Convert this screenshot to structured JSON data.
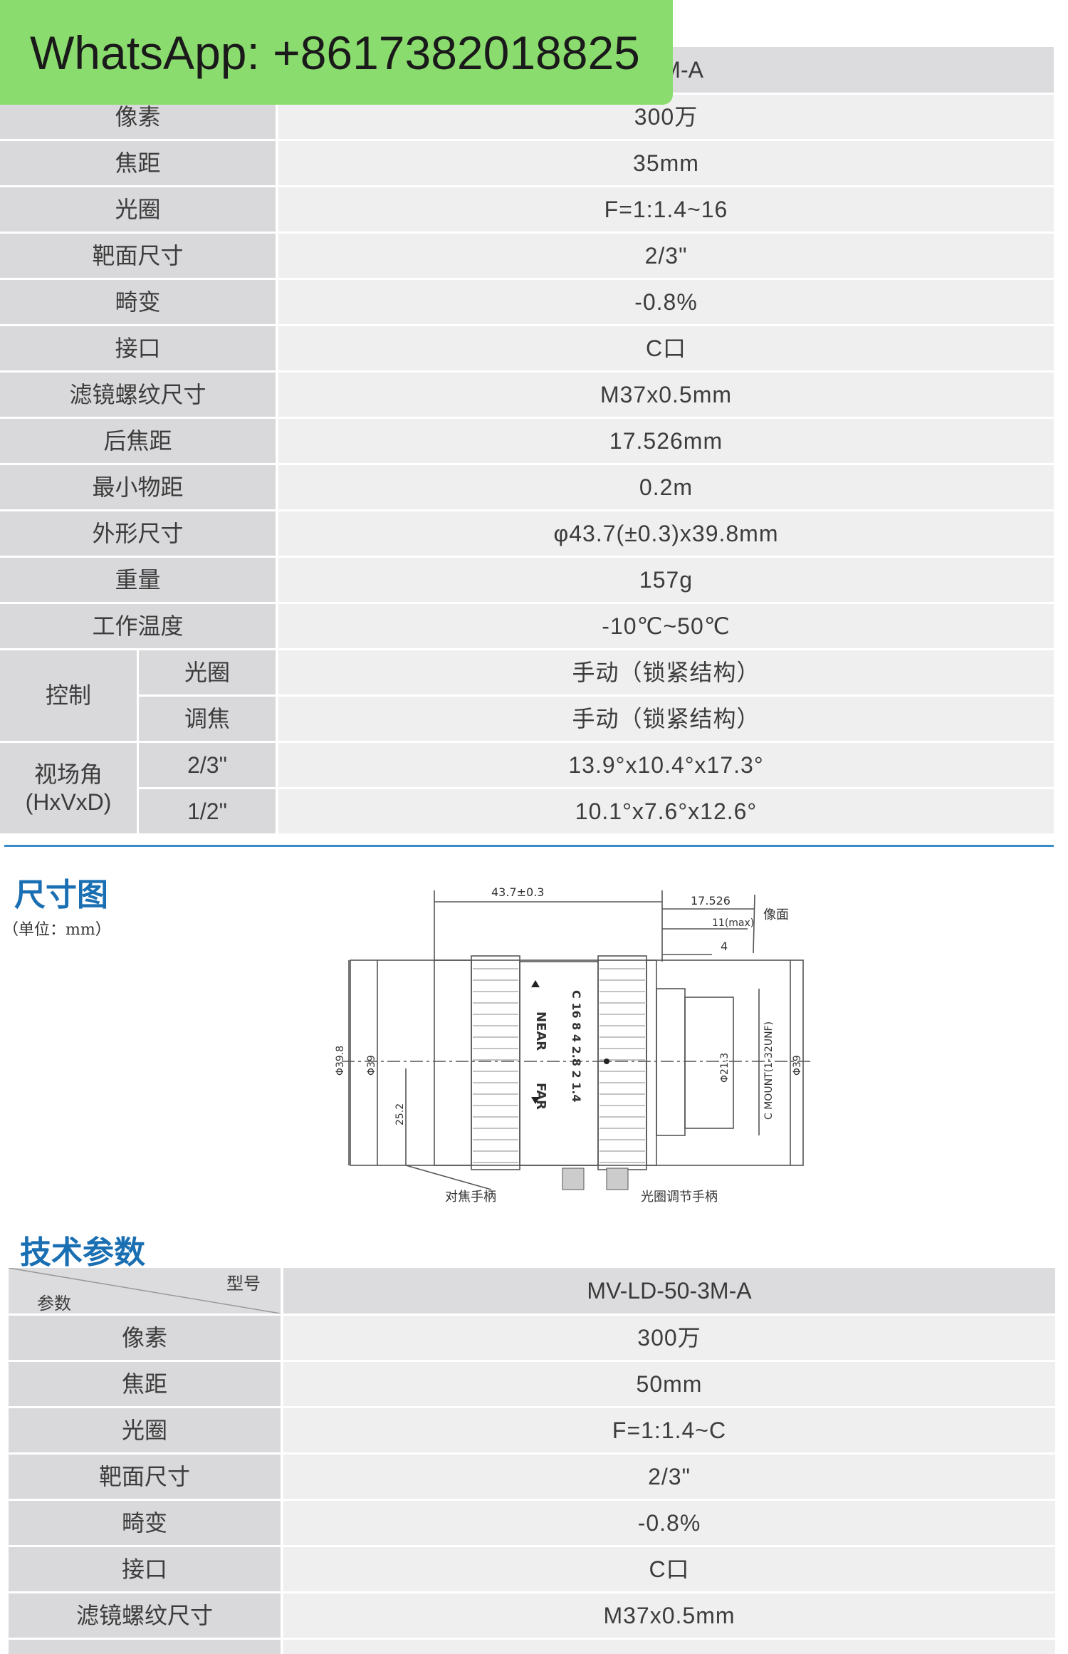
{
  "banner": {
    "text": "WhatsApp: +8617382018825"
  },
  "table1": {
    "model_partial": "5-3M-A",
    "rows": [
      {
        "label": "像素",
        "value": "300万"
      },
      {
        "label": "焦距",
        "value": "35mm"
      },
      {
        "label": "光圈",
        "value": "F=1:1.4~16"
      },
      {
        "label": "靶面尺寸",
        "value": "2/3\""
      },
      {
        "label": "畸变",
        "value": "-0.8%"
      },
      {
        "label": "接口",
        "value": "C口"
      },
      {
        "label": "滤镜螺纹尺寸",
        "value": "M37x0.5mm"
      },
      {
        "label": "后焦距",
        "value": "17.526mm"
      },
      {
        "label": "最小物距",
        "value": "0.2m"
      },
      {
        "label": "外形尺寸",
        "value": "φ43.7(±0.3)x39.8mm"
      },
      {
        "label": "重量",
        "value": "157g"
      },
      {
        "label": "工作温度",
        "value": "-10℃~50℃"
      }
    ],
    "control": {
      "label": "控制",
      "rows": [
        {
          "sub": "光圈",
          "value": "手动（锁紧结构）"
        },
        {
          "sub": "调焦",
          "value": "手动（锁紧结构）"
        }
      ]
    },
    "fov": {
      "label_line1": "视场角",
      "label_line2": "(HxVxD)",
      "rows": [
        {
          "sub": "2/3\"",
          "value": "13.9°x10.4°x17.3°"
        },
        {
          "sub": "1/2\"",
          "value": "10.1°x7.6°x12.6°"
        }
      ]
    }
  },
  "dimension_section": {
    "title": "尺寸图",
    "unit_note": "（单位：mm）",
    "labels": {
      "top_width": "43.7±0.3",
      "back_focus": "17.526",
      "image_plane": "像面",
      "max_11": "11(max)",
      "dim_4": "4",
      "dia_398": "Φ39.8",
      "dia_39_left": "Φ39",
      "dim_252": "25.2",
      "dia_213": "Φ21.3",
      "mount": "C MOUNT(1-32UNF)",
      "dia_39_right": "Φ39",
      "focus_handle": "对焦手柄",
      "iris_handle": "光圈调节手柄",
      "near": "NEAR",
      "far": "FAR",
      "aperture_scale": "C 16 8 4   2.8 2 1.4"
    }
  },
  "table2_section": {
    "title": "技术参数",
    "header": {
      "param": "参数",
      "model_label": "型号",
      "model": "MV-LD-50-3M-A"
    },
    "rows": [
      {
        "label": "像素",
        "value": "300万"
      },
      {
        "label": "焦距",
        "value": "50mm"
      },
      {
        "label": "光圈",
        "value": "F=1:1.4~C"
      },
      {
        "label": "靶面尺寸",
        "value": "2/3\""
      },
      {
        "label": "畸变",
        "value": "-0.8%"
      },
      {
        "label": "接口",
        "value": "C口"
      },
      {
        "label": "滤镜螺纹尺寸",
        "value": "M37x0.5mm"
      }
    ]
  }
}
